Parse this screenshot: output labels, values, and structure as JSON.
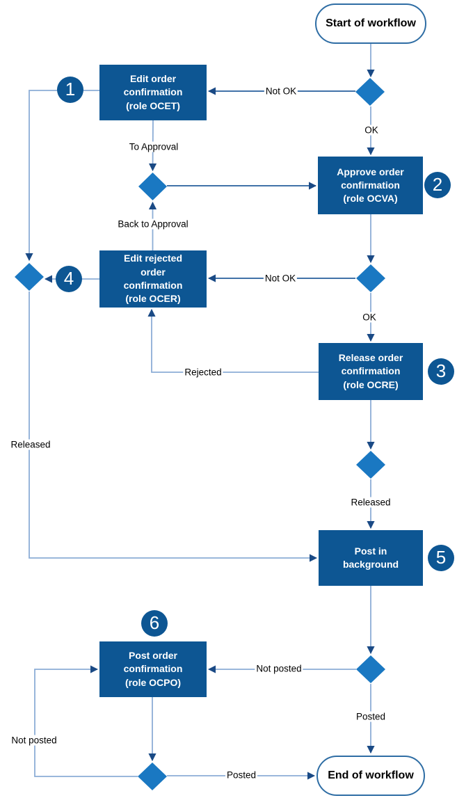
{
  "colors": {
    "box_fill": "#0d5693",
    "box_text": "#ffffff",
    "diamond_fill": "#1a78c2",
    "connector": "#8cadd6",
    "connector_dark": "#265e9c",
    "arrow": "#1a4a85",
    "terminal_border": "#2e6da4",
    "label_text": "#000000"
  },
  "nodes": {
    "start": {
      "label": "Start of workflow"
    },
    "end": {
      "label": "End of workflow"
    },
    "edit_order": {
      "step": "1",
      "label": "Edit order\nconfirmation\n(role OCET)"
    },
    "approve_order": {
      "step": "2",
      "label": "Approve order\nconfirmation\n(role OCVA)"
    },
    "release_order": {
      "step": "3",
      "label": "Release order\nconfirmation\n(role OCRE)"
    },
    "edit_rejected": {
      "step": "4",
      "label": "Edit rejected\norder\nconfirmation\n(role OCER)"
    },
    "post_background": {
      "step": "5",
      "label": "Post in\nbackground"
    },
    "post_order": {
      "step": "6",
      "label": "Post order\nconfirmation\n(role OCPO)"
    }
  },
  "edge_labels": {
    "not_ok_top": "Not OK",
    "ok_top": "OK",
    "to_approval": "To Approval",
    "back_to_approval": "Back to Approval",
    "not_ok_mid": "Not OK",
    "ok_mid": "OK",
    "rejected": "Rejected",
    "released_mid": "Released",
    "released_left": "Released",
    "not_posted_right": "Not posted",
    "posted_right": "Posted",
    "not_posted_left": "Not posted",
    "posted_bottom": "Posted"
  }
}
